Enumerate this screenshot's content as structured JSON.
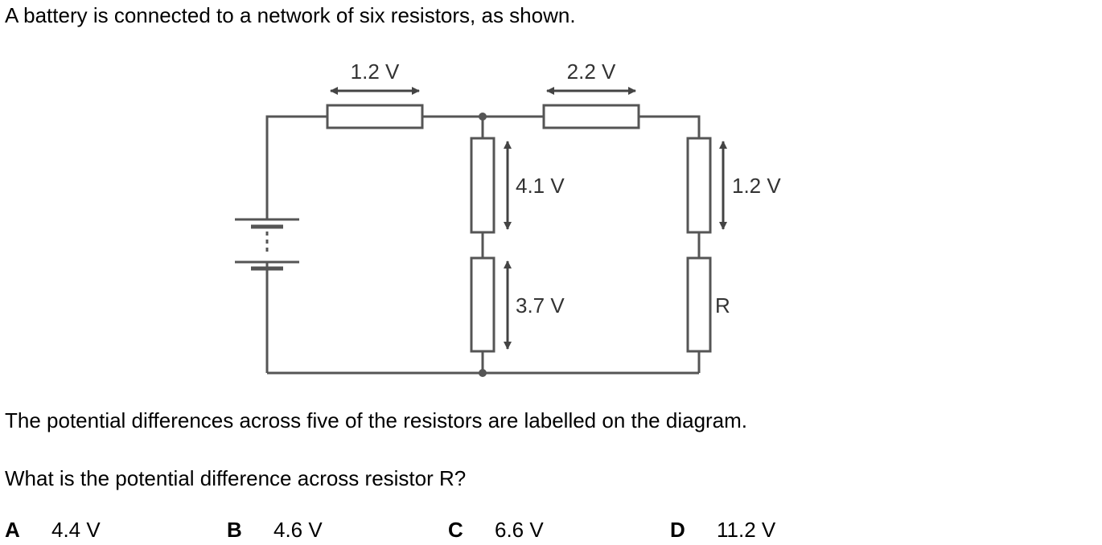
{
  "question": {
    "intro": "A battery is connected to a network of six resistors, as shown.",
    "statement": "The potential differences across five of the resistors are labelled on the diagram.",
    "prompt": "What is the potential difference across resistor R?"
  },
  "diagram": {
    "labels": {
      "top_left": "1.2 V",
      "top_right": "2.2 V",
      "middle_upper": "4.1 V",
      "middle_lower": "3.7 V",
      "right_upper": "1.2 V",
      "right_lower": "R"
    },
    "colors": {
      "wire": "#555555",
      "resistor_fill": "#ffffff",
      "arrow": "#444444"
    }
  },
  "options": [
    {
      "letter": "A",
      "value": "4.4 V"
    },
    {
      "letter": "B",
      "value": "4.6 V"
    },
    {
      "letter": "C",
      "value": "6.6 V"
    },
    {
      "letter": "D",
      "value": "11.2 V"
    }
  ]
}
